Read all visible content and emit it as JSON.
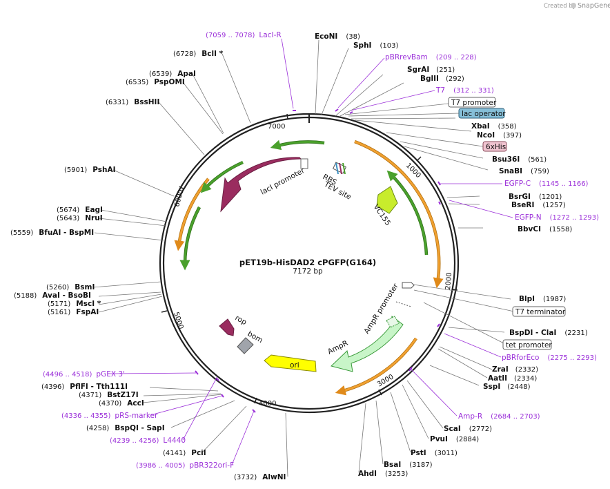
{
  "credit": {
    "text": "Created by",
    "brand": "SnapGene"
  },
  "plasmid": {
    "name": "pET19b-HisDAD2 cPGFP(G164)",
    "length_label": "7172 bp"
  },
  "ticks": [
    "1000",
    "2000",
    "3000",
    "4000",
    "5000",
    "6000",
    "7000"
  ],
  "features": {
    "laci_label": "lacI",
    "laci_promoter": "lacI promoter",
    "rbs": "RBS",
    "tev": "TEV site",
    "vc155": "VC155",
    "ampr": "AmpR",
    "ampr_promoter": "AmpR promoter",
    "rop": "rop",
    "bom": "bom",
    "ori": "ori"
  },
  "enzymes": [
    {
      "name": "EcoNI",
      "pos": "(38)"
    },
    {
      "name": "SphI",
      "pos": "(103)"
    },
    {
      "name": "SgrAI",
      "pos": "(251)"
    },
    {
      "name": "BglII",
      "pos": "(292)"
    },
    {
      "name": "XbaI",
      "pos": "(358)"
    },
    {
      "name": "NcoI",
      "pos": "(397)"
    },
    {
      "name": "Bsu36I",
      "pos": "(561)"
    },
    {
      "name": "SnaBI",
      "pos": "(759)"
    },
    {
      "name": "BsrGI",
      "pos": "(1201)"
    },
    {
      "name": "BseRI",
      "pos": "(1257)"
    },
    {
      "name": "BbvCI",
      "pos": "(1558)"
    },
    {
      "name": "BlpI",
      "pos": "(1987)"
    },
    {
      "name": "BspDI  - ClaI",
      "pos": "(2231)"
    },
    {
      "name": "ZraI",
      "pos": "(2332)"
    },
    {
      "name": "AatII",
      "pos": "(2334)"
    },
    {
      "name": "SspI",
      "pos": "(2448)"
    },
    {
      "name": "ScaI",
      "pos": "(2772)"
    },
    {
      "name": "PvuI",
      "pos": "(2884)"
    },
    {
      "name": "PstI",
      "pos": "(3011)"
    },
    {
      "name": "BsaI",
      "pos": "(3187)"
    },
    {
      "name": "AhdI",
      "pos": "(3253)"
    },
    {
      "name": "AlwNI",
      "pos": "(3732)"
    },
    {
      "name": "PciI",
      "pos": "(4141)"
    },
    {
      "name": "BspQI  - SapI",
      "pos": "(4258)"
    },
    {
      "name": "AccI",
      "pos": "(4370)"
    },
    {
      "name": "BstZ17I",
      "pos": "(4371)"
    },
    {
      "name": "PflFI  - Tth111I",
      "pos": "(4396)"
    },
    {
      "name": "FspAI",
      "pos": "(5161)"
    },
    {
      "name": "MscI *",
      "pos": "(5171)"
    },
    {
      "name": "AvaI  - BsoBI",
      "pos": "(5188)"
    },
    {
      "name": "BsmI",
      "pos": "(5260)"
    },
    {
      "name": "BfuAI  - BspMI",
      "pos": "(5559)"
    },
    {
      "name": "NruI",
      "pos": "(5643)"
    },
    {
      "name": "EagI",
      "pos": "(5674)"
    },
    {
      "name": "PshAI",
      "pos": "(5901)"
    },
    {
      "name": "BssHII",
      "pos": "(6331)"
    },
    {
      "name": "PspOMI",
      "pos": "(6535)"
    },
    {
      "name": "ApaI",
      "pos": "(6539)"
    },
    {
      "name": "BclI *",
      "pos": "(6728)"
    }
  ],
  "primers": [
    {
      "name": "LacI-R",
      "pos": "(7059 .. 7078)"
    },
    {
      "name": "pBRrevBam",
      "pos": "(209 .. 228)"
    },
    {
      "name": "T7",
      "pos": "(312 .. 331)"
    },
    {
      "name": "EGFP-C",
      "pos": "(1145 .. 1166)"
    },
    {
      "name": "EGFP-N",
      "pos": "(1272 .. 1293)"
    },
    {
      "name": "pBRforEco",
      "pos": "(2275 .. 2293)"
    },
    {
      "name": "Amp-R",
      "pos": "(2684 .. 2703)"
    },
    {
      "name": "pGEX 3'",
      "pos": "(4496 .. 4518)"
    },
    {
      "name": "pRS-marker",
      "pos": "(4336 .. 4355)"
    },
    {
      "name": "L4440",
      "pos": "(4239 .. 4256)"
    },
    {
      "name": "pBR322ori-F",
      "pos": "(3986 .. 4005)"
    }
  ],
  "boxed": [
    {
      "name": "T7 promoter"
    },
    {
      "name": "lac operator"
    },
    {
      "name": "6xHis"
    },
    {
      "name": "T7 terminator"
    },
    {
      "name": "tet promoter"
    }
  ],
  "colors": {
    "primer": "#9b30d9",
    "laci": "#9a2c5f",
    "vc155": "#c8ec2c",
    "ampr": "#c8f5c8",
    "ori": "#ffff00",
    "bom": "#a0a4ab",
    "orf_orange": "#f0a030",
    "orf_green": "#4aa02c",
    "lac_operator_box": "#86bfd8",
    "his_box": "#f0c4d0"
  }
}
